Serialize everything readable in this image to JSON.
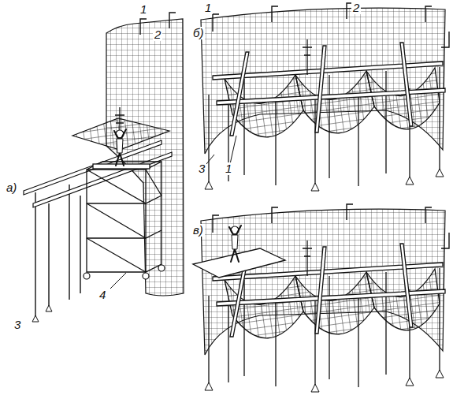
{
  "diagram": {
    "labels": [
      "1",
      "2",
      "а)",
      "3",
      "4",
      "б)",
      "1",
      "2",
      "3",
      "1",
      "в)"
    ]
  }
}
